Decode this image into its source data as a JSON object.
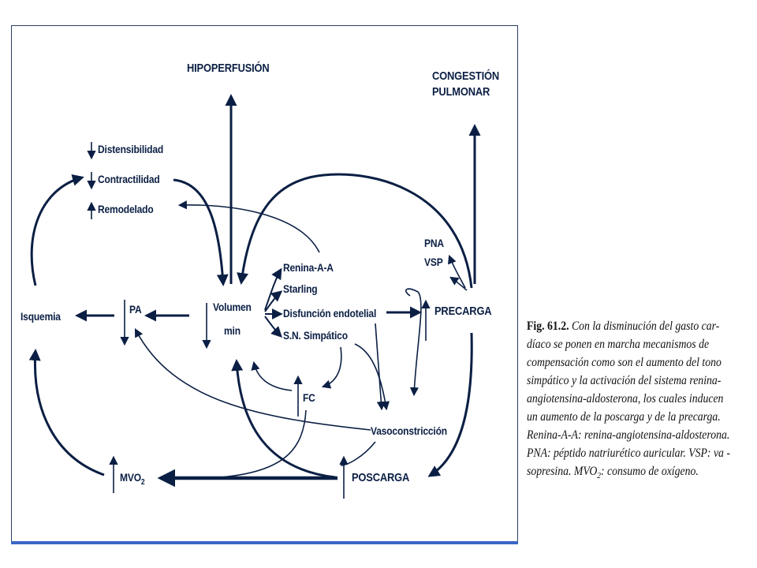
{
  "diagram": {
    "nodes": {
      "hipoperfusion": "HIPOPERFUSIÓN",
      "congestion_l1": "CONGESTIÓN",
      "congestion_l2": "PULMONAR",
      "distensibilidad": "Distensibilidad",
      "contractilidad": "Contractilidad",
      "remodelado": "Remodelado",
      "isquemia": "Isquemia",
      "pa": "PA",
      "volumen_l1": "Volumen",
      "volumen_l2": "min",
      "renina": "Renina-A-A",
      "starling": "Starling",
      "disfuncion": "Disfunción endotelial",
      "sn_simpatico": "S.N. Simpático",
      "pna": "PNA",
      "vsp": "VSP",
      "precarga": "PRECARGA",
      "fc": "FC",
      "vasoconstriccion": "Vasoconstricción",
      "mvo2": "MVO",
      "mvo2_sub": "2",
      "poscarga": "POSCARGA"
    }
  },
  "caption": {
    "lines": [
      {
        "bold": "Fig. 61.2.",
        "italic": "   Con la disminución del gasto car-"
      },
      {
        "italic": "díaco se ponen en marcha mecanismos de"
      },
      {
        "italic": "compensación como son el aumento del tono"
      },
      {
        "italic": "simpático y la activación del sistema renina-"
      },
      {
        "italic": "angiotensina-aldosterona, los cuales inducen"
      },
      {
        "italic": "un aumento de la poscarga y de la precarga."
      },
      {
        "italic": "Renina-A-A: renina-angiotensina-aldosterona."
      },
      {
        "italic": "PNA: péptido natriurético auricular. VSP: va -"
      },
      {
        "italic": "sopresina. MVO"
      },
      {
        "italic": "2"
      },
      {
        "italic": ": consumo de oxígeno."
      }
    ]
  },
  "colors": {
    "text": "#0b1f44",
    "frame": "#2b3d66",
    "accent": "#3b66c4"
  }
}
